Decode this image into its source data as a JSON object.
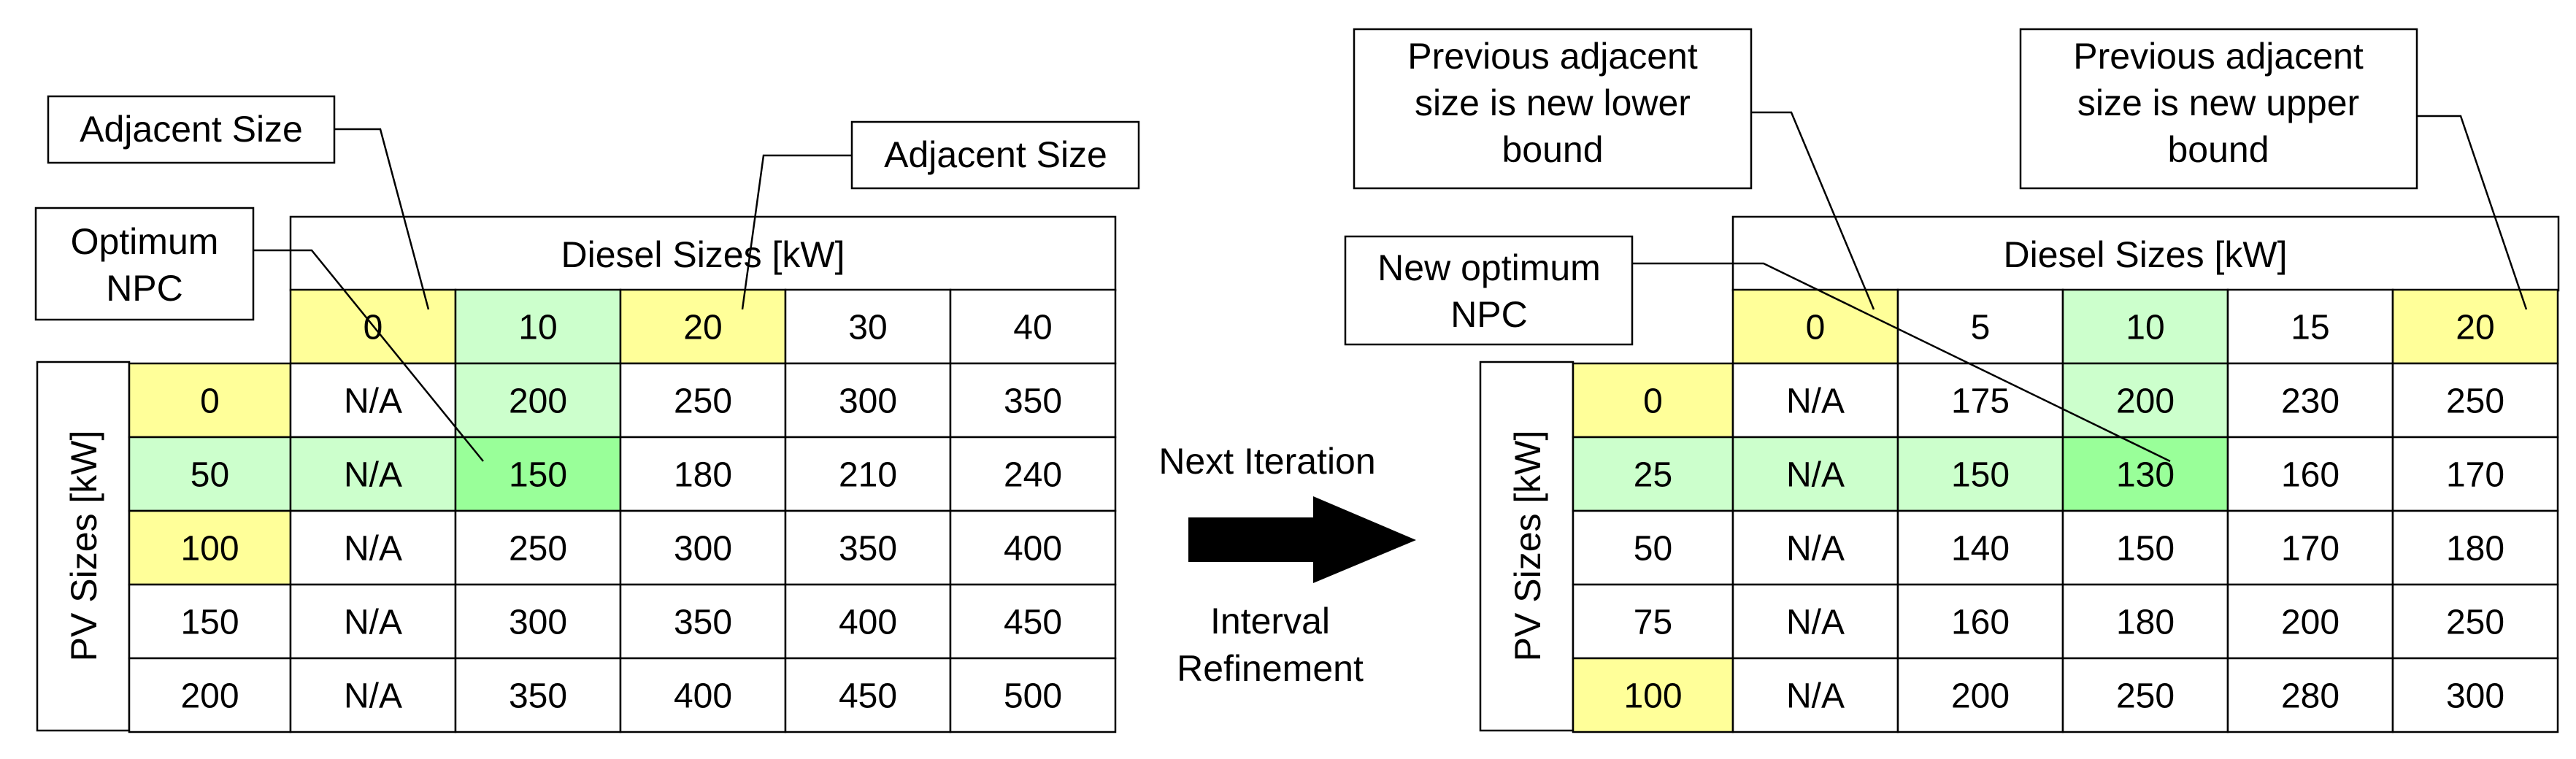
{
  "colors": {
    "yellow": "#ffff99",
    "light_green": "#ccffcc",
    "bright_green": "#99ff99",
    "white": "#ffffff",
    "line": "#000000"
  },
  "left": {
    "col_header": "Diesel Sizes [kW]",
    "row_header": "PV Sizes [kW]",
    "col_labels": [
      "0",
      "10",
      "20",
      "30",
      "40"
    ],
    "col_colors": [
      "yellow",
      "light_green",
      "yellow",
      "white",
      "white"
    ],
    "row_labels": [
      "0",
      "50",
      "100",
      "150",
      "200"
    ],
    "row_colors": [
      "yellow",
      "light_green",
      "yellow",
      "white",
      "white"
    ],
    "cells": [
      [
        "N/A",
        "200",
        "250",
        "300",
        "350"
      ],
      [
        "N/A",
        "150",
        "180",
        "210",
        "240"
      ],
      [
        "N/A",
        "250",
        "300",
        "350",
        "400"
      ],
      [
        "N/A",
        "300",
        "350",
        "400",
        "450"
      ],
      [
        "N/A",
        "350",
        "400",
        "450",
        "500"
      ]
    ],
    "cell_colors": [
      [
        "white",
        "light_green",
        "white",
        "white",
        "white"
      ],
      [
        "light_green",
        "bright_green",
        "white",
        "white",
        "white"
      ],
      [
        "white",
        "white",
        "white",
        "white",
        "white"
      ],
      [
        "white",
        "white",
        "white",
        "white",
        "white"
      ],
      [
        "white",
        "white",
        "white",
        "white",
        "white"
      ]
    ],
    "callouts": {
      "adjacent_size_1": [
        "Adjacent Size"
      ],
      "adjacent_size_2": [
        "Adjacent Size"
      ],
      "optimum_npc": [
        "Optimum",
        "NPC"
      ]
    }
  },
  "middle": {
    "next_iteration": "Next Iteration",
    "interval_refinement": [
      "Interval",
      "Refinement"
    ]
  },
  "right": {
    "col_header": "Diesel Sizes [kW]",
    "row_header": "PV Sizes [kW]",
    "col_labels": [
      "0",
      "5",
      "10",
      "15",
      "20"
    ],
    "col_colors": [
      "yellow",
      "white",
      "light_green",
      "white",
      "yellow"
    ],
    "row_labels": [
      "0",
      "25",
      "50",
      "75",
      "100"
    ],
    "row_colors": [
      "yellow",
      "light_green",
      "white",
      "white",
      "yellow"
    ],
    "cells": [
      [
        "N/A",
        "175",
        "200",
        "230",
        "250"
      ],
      [
        "N/A",
        "150",
        "130",
        "160",
        "170"
      ],
      [
        "N/A",
        "140",
        "150",
        "170",
        "180"
      ],
      [
        "N/A",
        "160",
        "180",
        "200",
        "250"
      ],
      [
        "N/A",
        "200",
        "250",
        "280",
        "300"
      ]
    ],
    "cell_colors": [
      [
        "white",
        "white",
        "light_green",
        "white",
        "white"
      ],
      [
        "light_green",
        "light_green",
        "bright_green",
        "white",
        "white"
      ],
      [
        "white",
        "white",
        "white",
        "white",
        "white"
      ],
      [
        "white",
        "white",
        "white",
        "white",
        "white"
      ],
      [
        "white",
        "white",
        "white",
        "white",
        "white"
      ]
    ],
    "callouts": {
      "lower_bound": [
        "Previous adjacent",
        "size is new lower",
        "bound"
      ],
      "upper_bound": [
        "Previous adjacent",
        "size is new upper",
        "bound"
      ],
      "new_optimum": [
        "New optimum",
        "NPC"
      ]
    }
  }
}
